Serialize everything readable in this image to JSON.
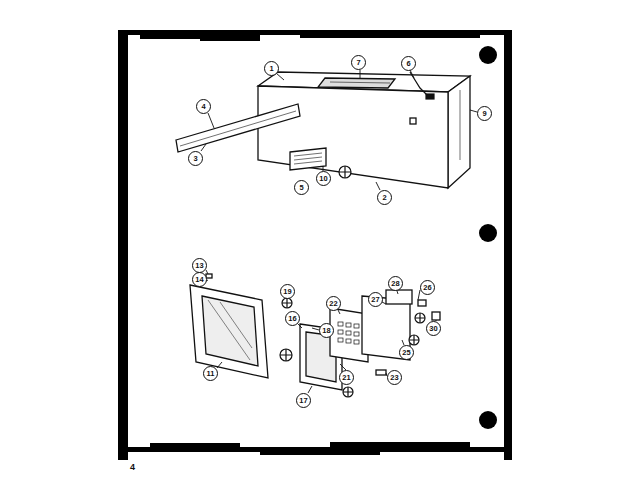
{
  "diagram": {
    "labels": [
      "1",
      "7",
      "6",
      "4",
      "9",
      "3",
      "10",
      "5",
      "2",
      "13",
      "14",
      "28",
      "26",
      "19",
      "27",
      "22",
      "16",
      "18",
      "30",
      "25",
      "11",
      "21",
      "23",
      "17",
      "4"
    ]
  }
}
